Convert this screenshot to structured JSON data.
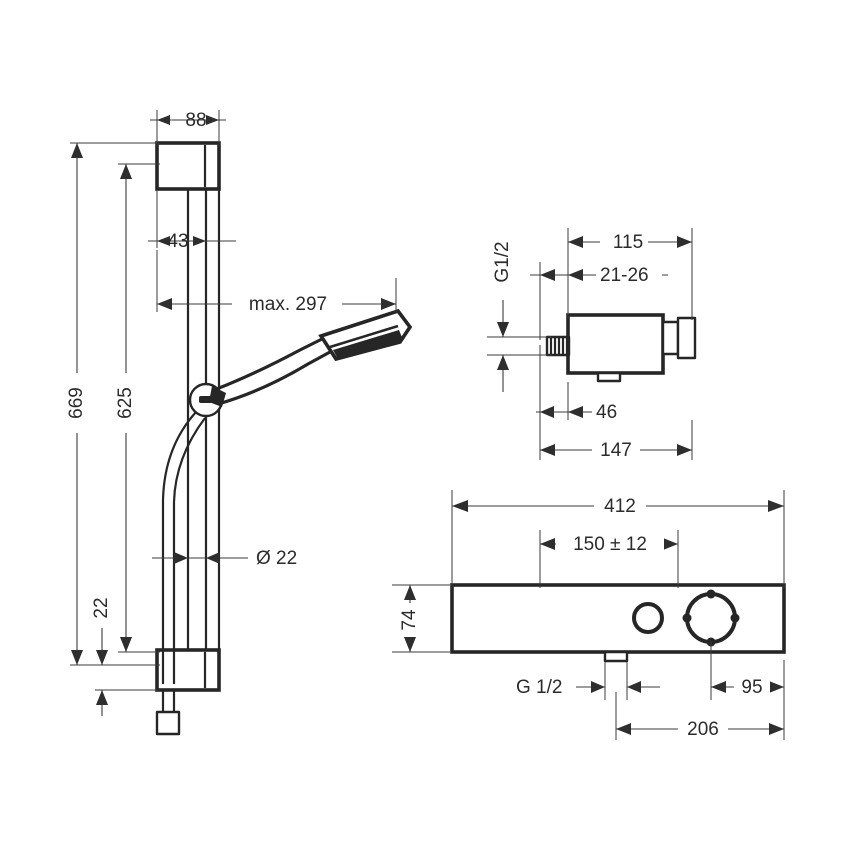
{
  "document": {
    "type": "technical-dimension-drawing",
    "subject": "Shower set with wall bar, hand shower, exposed thermostatic mixer",
    "units": "mm",
    "background_color": "#ffffff",
    "line_color": "#262626",
    "dimension_color": "#3b3b3b"
  },
  "views": [
    {
      "id": "shower-rail-view",
      "name": "Shower rail set with hand shower",
      "position": "left"
    },
    {
      "id": "thermostat-valve-view",
      "name": "Thermostatic valve side view",
      "position": "upper-right"
    },
    {
      "id": "mixer-bar-view",
      "name": "Thermostatic mixer bar front view",
      "position": "lower-right"
    }
  ],
  "dimensions": {
    "rail": {
      "bracket_width": "88",
      "rail_offset": "43",
      "hose_reach": "max. 297",
      "overall_height": "669",
      "bracket_height": "625",
      "bottom_offset": "22",
      "hose_diameter": "Ø 22"
    },
    "valve": {
      "depth_total": "115",
      "wall_range": "21-26",
      "thread": "G1/2",
      "inlet_height": "46",
      "overall_depth": "147"
    },
    "mixer": {
      "overall_width": "412",
      "center_spacing": "150 ± 12",
      "body_height": "74",
      "outlet_thread": "G 1/2",
      "outlet_to_right": "95",
      "outlet_span": "206"
    }
  },
  "labels": [
    {
      "id": "lbl-88",
      "text": "88",
      "view": "shower-rail-view"
    },
    {
      "id": "lbl-43",
      "text": "43",
      "view": "shower-rail-view"
    },
    {
      "id": "lbl-297",
      "text": "max. 297",
      "view": "shower-rail-view"
    },
    {
      "id": "lbl-669",
      "text": "669",
      "view": "shower-rail-view"
    },
    {
      "id": "lbl-625",
      "text": "625",
      "view": "shower-rail-view"
    },
    {
      "id": "lbl-22-off",
      "text": "22",
      "view": "shower-rail-view"
    },
    {
      "id": "lbl-dia22",
      "text": "Ø 22",
      "view": "shower-rail-view"
    },
    {
      "id": "lbl-115",
      "text": "115",
      "view": "thermostat-valve-view"
    },
    {
      "id": "lbl-2126",
      "text": "21-26",
      "view": "thermostat-valve-view"
    },
    {
      "id": "lbl-g12-v",
      "text": "G1/2",
      "view": "thermostat-valve-view"
    },
    {
      "id": "lbl-46",
      "text": "46",
      "view": "thermostat-valve-view"
    },
    {
      "id": "lbl-147",
      "text": "147",
      "view": "thermostat-valve-view"
    },
    {
      "id": "lbl-412",
      "text": "412",
      "view": "mixer-bar-view"
    },
    {
      "id": "lbl-150",
      "text": "150 ± 12",
      "view": "mixer-bar-view"
    },
    {
      "id": "lbl-74",
      "text": "74",
      "view": "mixer-bar-view"
    },
    {
      "id": "lbl-g12-m",
      "text": "G 1/2",
      "view": "mixer-bar-view"
    },
    {
      "id": "lbl-95",
      "text": "95",
      "view": "mixer-bar-view"
    },
    {
      "id": "lbl-206",
      "text": "206",
      "view": "mixer-bar-view"
    }
  ]
}
